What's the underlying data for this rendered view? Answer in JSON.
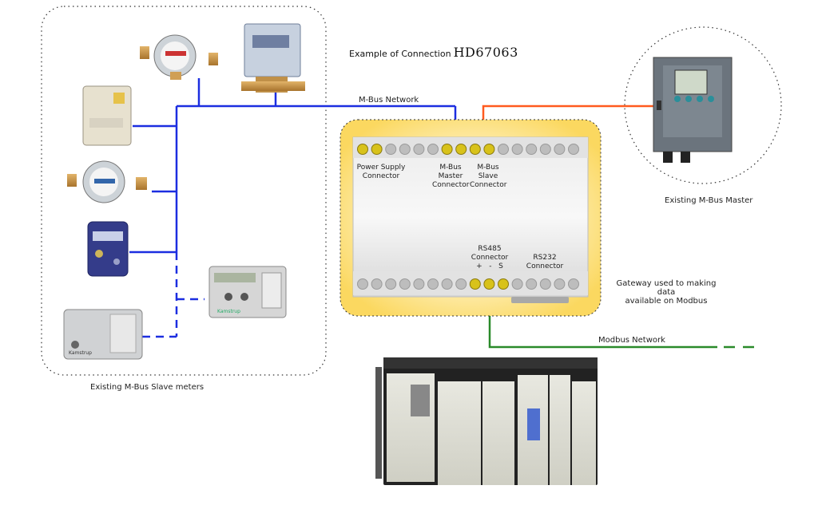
{
  "title": {
    "prefix": "Example of Connection",
    "code": "HD67063"
  },
  "networks": {
    "mbus": "M-Bus Network",
    "modbus": "Modbus Network"
  },
  "groups": {
    "slaves": "Existing M-Bus Slave meters",
    "master": "Existing M-Bus Master",
    "gateway_line1": "Gateway used to making data",
    "gateway_line2": "available on Modbus"
  },
  "gateway_connectors": {
    "power_line1": "Power Supply",
    "power_line2": "Connector",
    "mbus_master_line1": "M-Bus",
    "mbus_master_line2": "Master",
    "mbus_master_line3": "Connector",
    "mbus_slave_line1": "M-Bus",
    "mbus_slave_line2": "Slave",
    "mbus_slave_line3": "Connector",
    "rs485_line1": "RS485",
    "rs485_line2": "Connector",
    "rs485_pins": "+   -   S",
    "rs232_line1": "RS232",
    "rs232_line2": "Connector"
  },
  "device_brand": "Kamstrup",
  "colors": {
    "mbus_line": "#1c2ee0",
    "master_line": "#ff5a1f",
    "modbus_line": "#2a8a2a",
    "gateway_glow": "#fde79a"
  }
}
